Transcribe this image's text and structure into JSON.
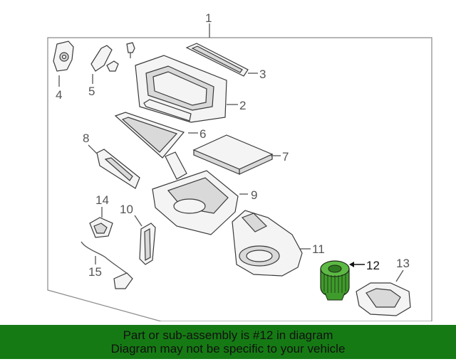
{
  "diagram": {
    "callouts": [
      "1",
      "2",
      "3",
      "4",
      "5",
      "6",
      "7",
      "8",
      "9",
      "10",
      "11",
      "12",
      "13",
      "14",
      "15"
    ],
    "highlight_color": "#3f9b2b"
  },
  "banner": {
    "line1": "Part or sub-assembly is #12 in diagram",
    "line2": "Diagram may not be specific to your vehicle",
    "color": "#167a14"
  }
}
